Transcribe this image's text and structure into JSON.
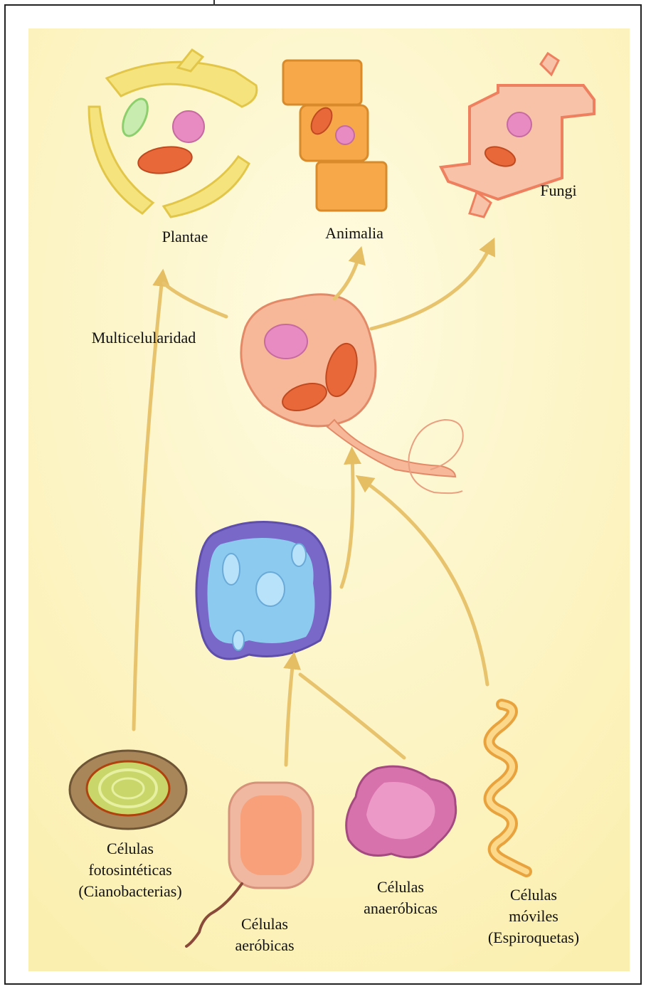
{
  "labels": {
    "plantae": "Plantae",
    "animalia": "Animalia",
    "fungi": "Fungi",
    "multicelularidad": "Multicelularidad",
    "fotosinteticas": [
      "Células",
      "fotosintéticas",
      "(Cianobacterias)"
    ],
    "aerobicas": [
      "Células",
      "aeróbicas"
    ],
    "anaerobicas": [
      "Células",
      "anaeróbicas"
    ],
    "moviles": [
      "Células",
      "móviles",
      "(Espiroquetas)"
    ]
  },
  "colors": {
    "background": "#fdf6c8",
    "arrow": "#e8c36e",
    "cell_wall_plant": "#f3e07a",
    "animal_cell": "#f7a94a",
    "fungi_cell": "#f28a6a",
    "eukaryote": "#f7b89a",
    "nucleus": "#e889c4",
    "mitochondria": "#e8683a",
    "protist": "#7a68c8",
    "protist_inner": "#8fd0f0",
    "anaerobic": "#d872ac",
    "aerobic": "#f4a080",
    "cyanobacteria": "#a9865a",
    "spirochete": "#f6c46a"
  }
}
